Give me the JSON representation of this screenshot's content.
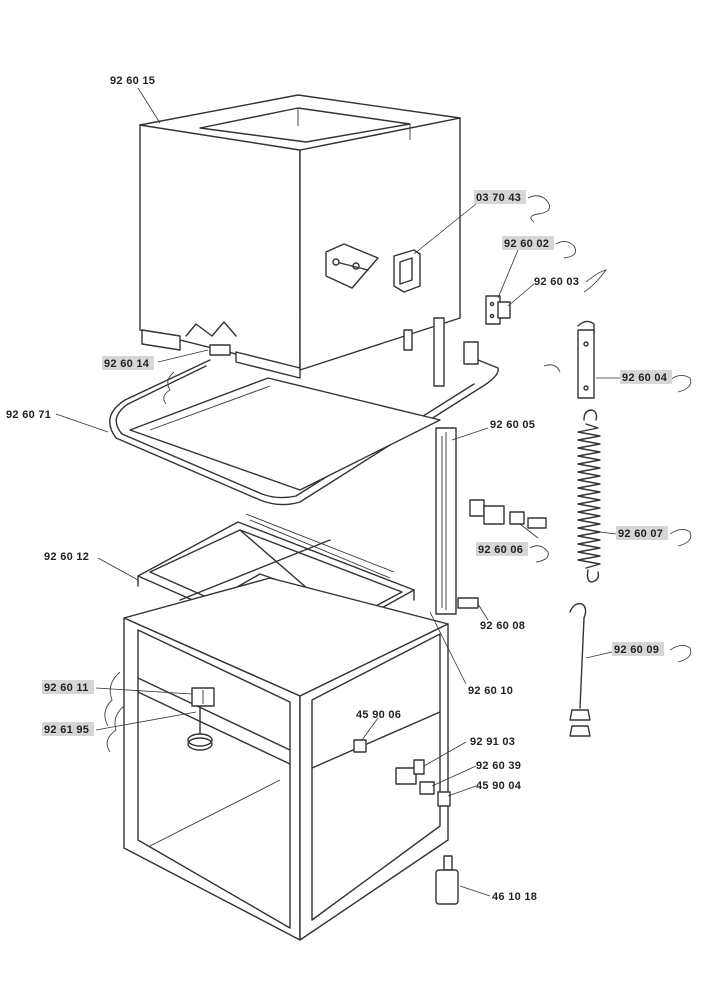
{
  "parts": [
    {
      "id": "p-926015",
      "label": "92 60 15",
      "highlight": false
    },
    {
      "id": "p-037043",
      "label": "03 70 43",
      "highlight": true
    },
    {
      "id": "p-926002",
      "label": "92 60 02",
      "highlight": true
    },
    {
      "id": "p-926003",
      "label": "92 60 03",
      "highlight": false
    },
    {
      "id": "p-926014",
      "label": "92 60 14",
      "highlight": true
    },
    {
      "id": "p-926004",
      "label": "92 60 04",
      "highlight": true
    },
    {
      "id": "p-926071",
      "label": "92 60 71",
      "highlight": false
    },
    {
      "id": "p-926005",
      "label": "92 60 05",
      "highlight": false
    },
    {
      "id": "p-926007",
      "label": "92 60 07",
      "highlight": true
    },
    {
      "id": "p-926006",
      "label": "92 60 06",
      "highlight": true
    },
    {
      "id": "p-926012",
      "label": "92 60 12",
      "highlight": false
    },
    {
      "id": "p-926008",
      "label": "92 60 08",
      "highlight": false
    },
    {
      "id": "p-926009",
      "label": "92 60 09",
      "highlight": true
    },
    {
      "id": "p-926010",
      "label": "92 60 10",
      "highlight": false
    },
    {
      "id": "p-926011",
      "label": "92 60 11",
      "highlight": true
    },
    {
      "id": "p-459006",
      "label": "45 90 06",
      "highlight": false
    },
    {
      "id": "p-929103",
      "label": "92 91 03",
      "highlight": false
    },
    {
      "id": "p-926195",
      "label": "92 61 95",
      "highlight": true
    },
    {
      "id": "p-926039",
      "label": "92 60 39",
      "highlight": false
    },
    {
      "id": "p-459004",
      "label": "45 90 04",
      "highlight": false
    },
    {
      "id": "p-461018",
      "label": "46 10 18",
      "highlight": false
    }
  ]
}
